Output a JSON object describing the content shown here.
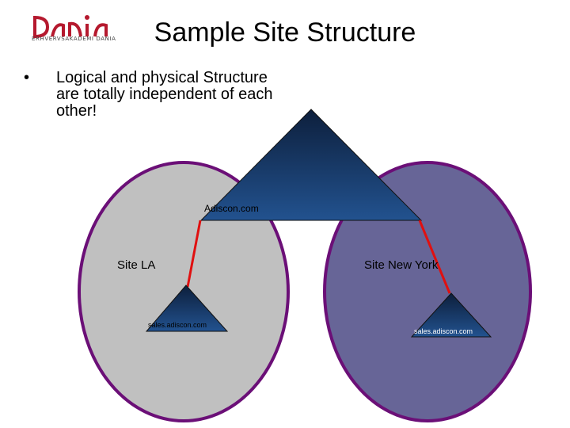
{
  "logo": {
    "wordmark": "Dania",
    "subtitle": "ERHVERVSAKADEMI DANIA"
  },
  "slide": {
    "title": "Sample Site Structure",
    "bullet": "Logical and physical Structure are totally independent of each other!"
  },
  "diagram": {
    "root_domain": "Adiscon.com",
    "site_a": {
      "label": "Site LA",
      "child_domain": "sales.adiscon.com"
    },
    "site_b": {
      "label": "Site New York",
      "child_domain": "sales.adiscon.com"
    }
  },
  "colors": {
    "circle_left_fill": "#c0c0c0",
    "circle_right_fill": "#676597",
    "circle_stroke": "#6b0f77",
    "triangle_top": "#0d1f3c",
    "triangle_bottom": "#22528f",
    "connector": "#e01010",
    "logo": "#b5192e"
  }
}
